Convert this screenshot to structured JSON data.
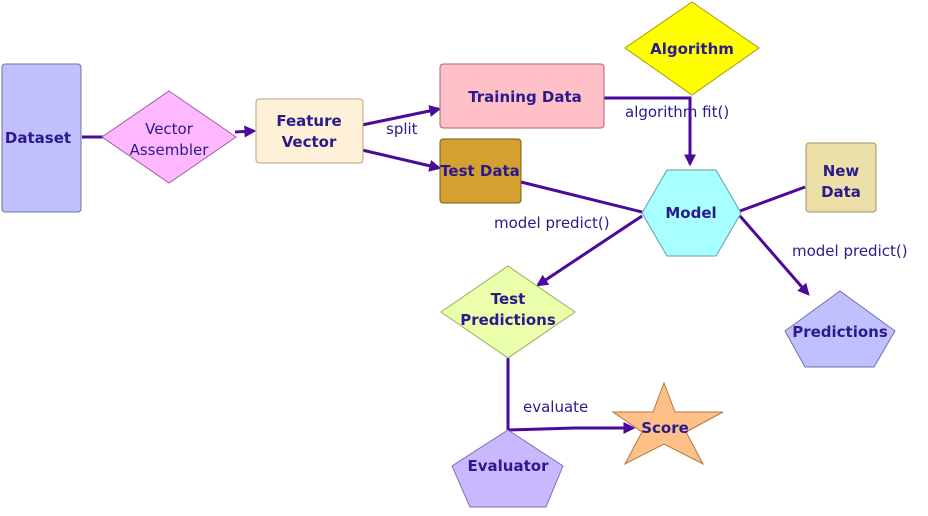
{
  "nodes": {
    "dataset": "Dataset",
    "vector_assembler": [
      "Vector",
      "Assembler"
    ],
    "feature_vector": [
      "Feature",
      "Vector"
    ],
    "training_data": "Training Data",
    "test_data": "Test Data",
    "algorithm": "Algorithm",
    "model": "Model",
    "new_data": [
      "New",
      "Data"
    ],
    "test_predictions": [
      "Test",
      "Predictions"
    ],
    "predictions": "Predictions",
    "evaluator": "Evaluator",
    "score": "Score"
  },
  "edge_labels": {
    "split": "split",
    "algorithm_fit": "algorithm fit()",
    "model_predict_left": "model predict()",
    "model_predict_right": "model predict()",
    "evaluate": "evaluate"
  },
  "colors": {
    "edge": "#4a0a9a",
    "text": "#2a1a8c",
    "dataset": "#c0c0ff",
    "vector_assembler": "#ffb8ff",
    "feature_vector": "#fff0d8",
    "training_data": "#ffc0c8",
    "test_data": "#d4a030",
    "algorithm": "#ffff00",
    "model": "#a8ffff",
    "new_data": "#ece0a8",
    "test_predictions": "#eaffaa",
    "predictions": "#c0c0ff",
    "evaluator": "#cab8ff",
    "score": "#ffc088"
  }
}
